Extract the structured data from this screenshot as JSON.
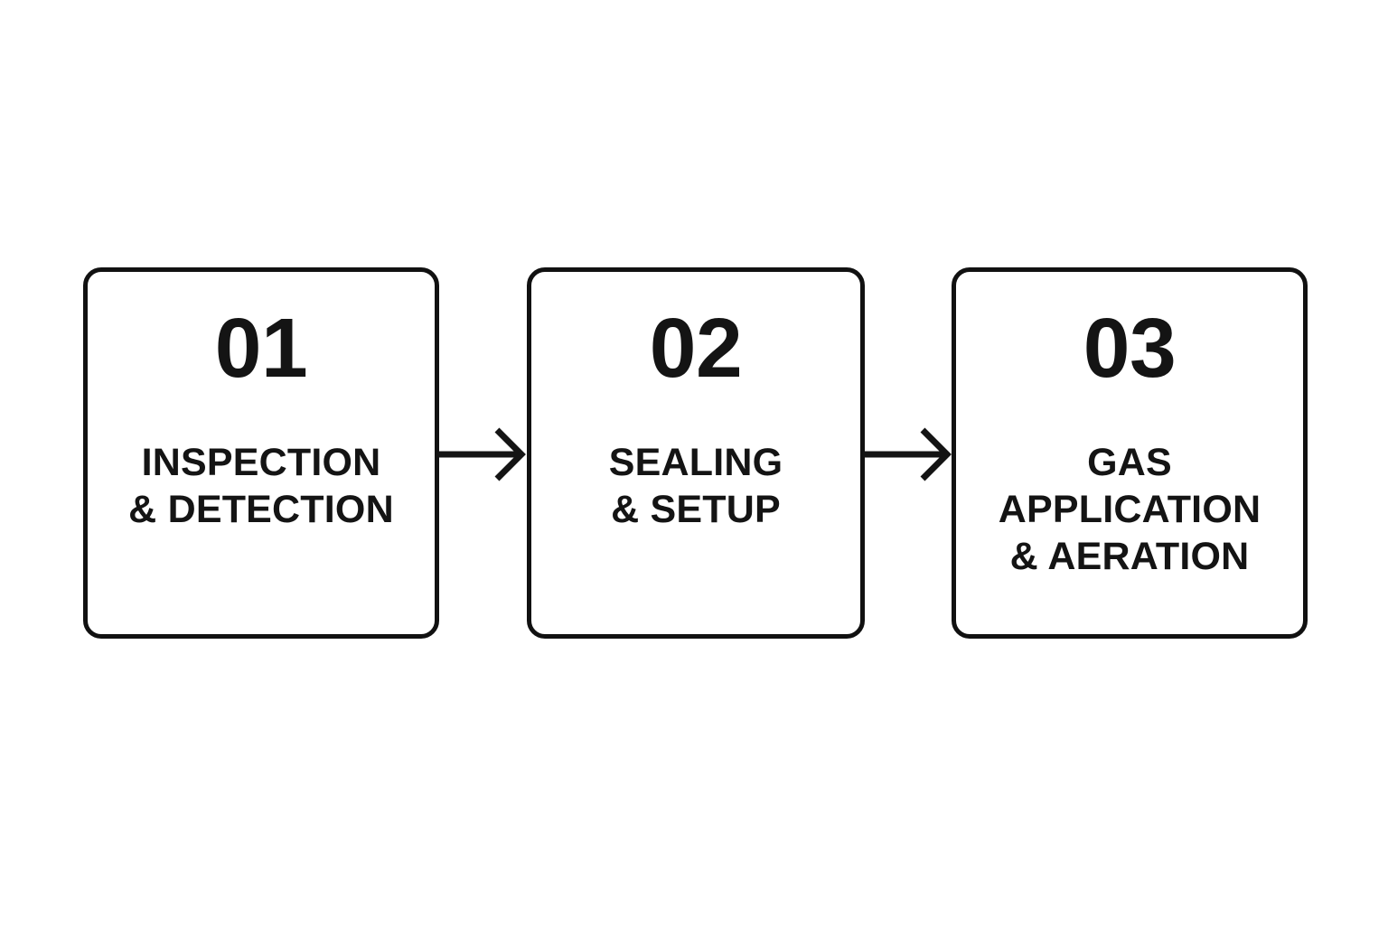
{
  "diagram": {
    "type": "horizontal-process-flow",
    "background_color": "#ffffff",
    "stroke_color": "#141414",
    "text_color": "#141414",
    "step_count": 3,
    "steps": [
      {
        "number": "01",
        "label": "INSPECTION\n& DETECTION",
        "label_lines": [
          "INSPECTION",
          "& DETECTION"
        ]
      },
      {
        "number": "02",
        "label": "SEALING\n& SETUP",
        "label_lines": [
          "SEALING",
          "& SETUP"
        ]
      },
      {
        "number": "03",
        "label": "GAS\nAPPLICATION\n& AERATION",
        "label_lines": [
          "GAS",
          "APPLICATION",
          "& AERATION"
        ]
      }
    ],
    "connectors": [
      {
        "from": "01",
        "to": "02",
        "icon": "arrow-right-icon"
      },
      {
        "from": "02",
        "to": "03",
        "icon": "arrow-right-icon"
      }
    ]
  }
}
